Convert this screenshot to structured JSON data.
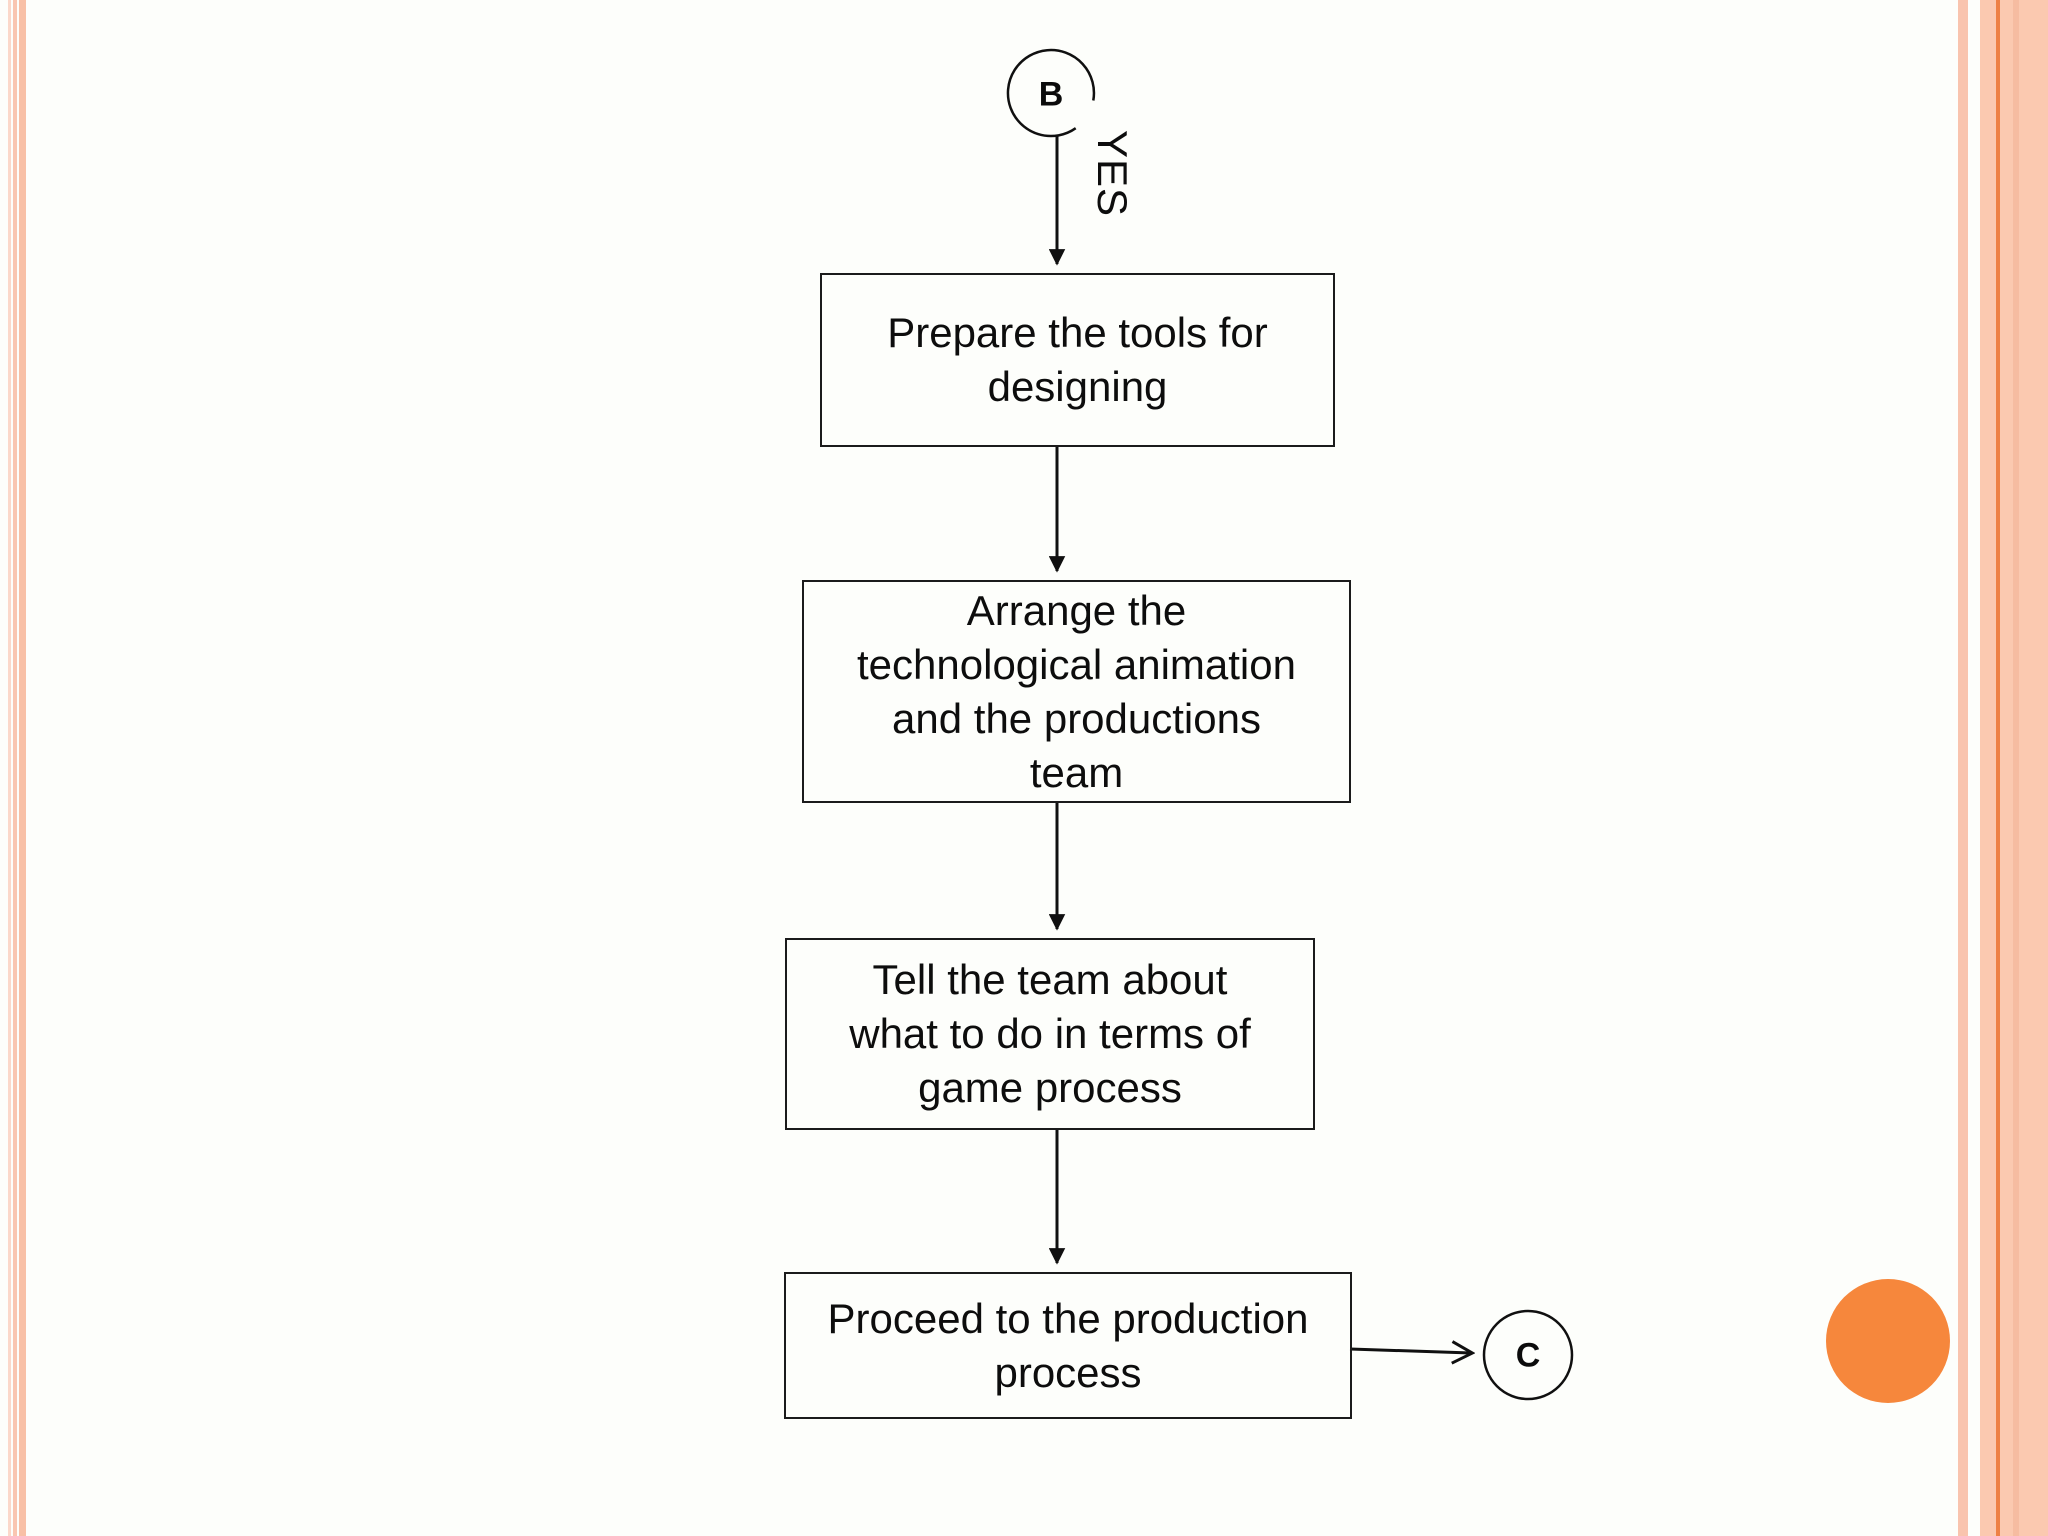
{
  "slide": {
    "background": "#fdfefb"
  },
  "decor": {
    "left_stripe_colors": [
      "#fbd8ca",
      "#f9c6b1",
      "#f8c0a6"
    ],
    "right_stripe_color": "#f9c4ae",
    "right_band_color": "#fbc9b0",
    "right_band_line_color": "#ee8145",
    "right_band_shade_color": "#f6bca1",
    "accent_circle_color": "#f6873c"
  },
  "flowchart": {
    "start_connector_label": "B",
    "branch_label": "YES",
    "steps": [
      "Prepare the tools for designing",
      "Arrange the technological animation and the productions team",
      "Tell the team about what to do in terms of game process",
      "Proceed to the production process"
    ],
    "end_connector_label": "C"
  }
}
